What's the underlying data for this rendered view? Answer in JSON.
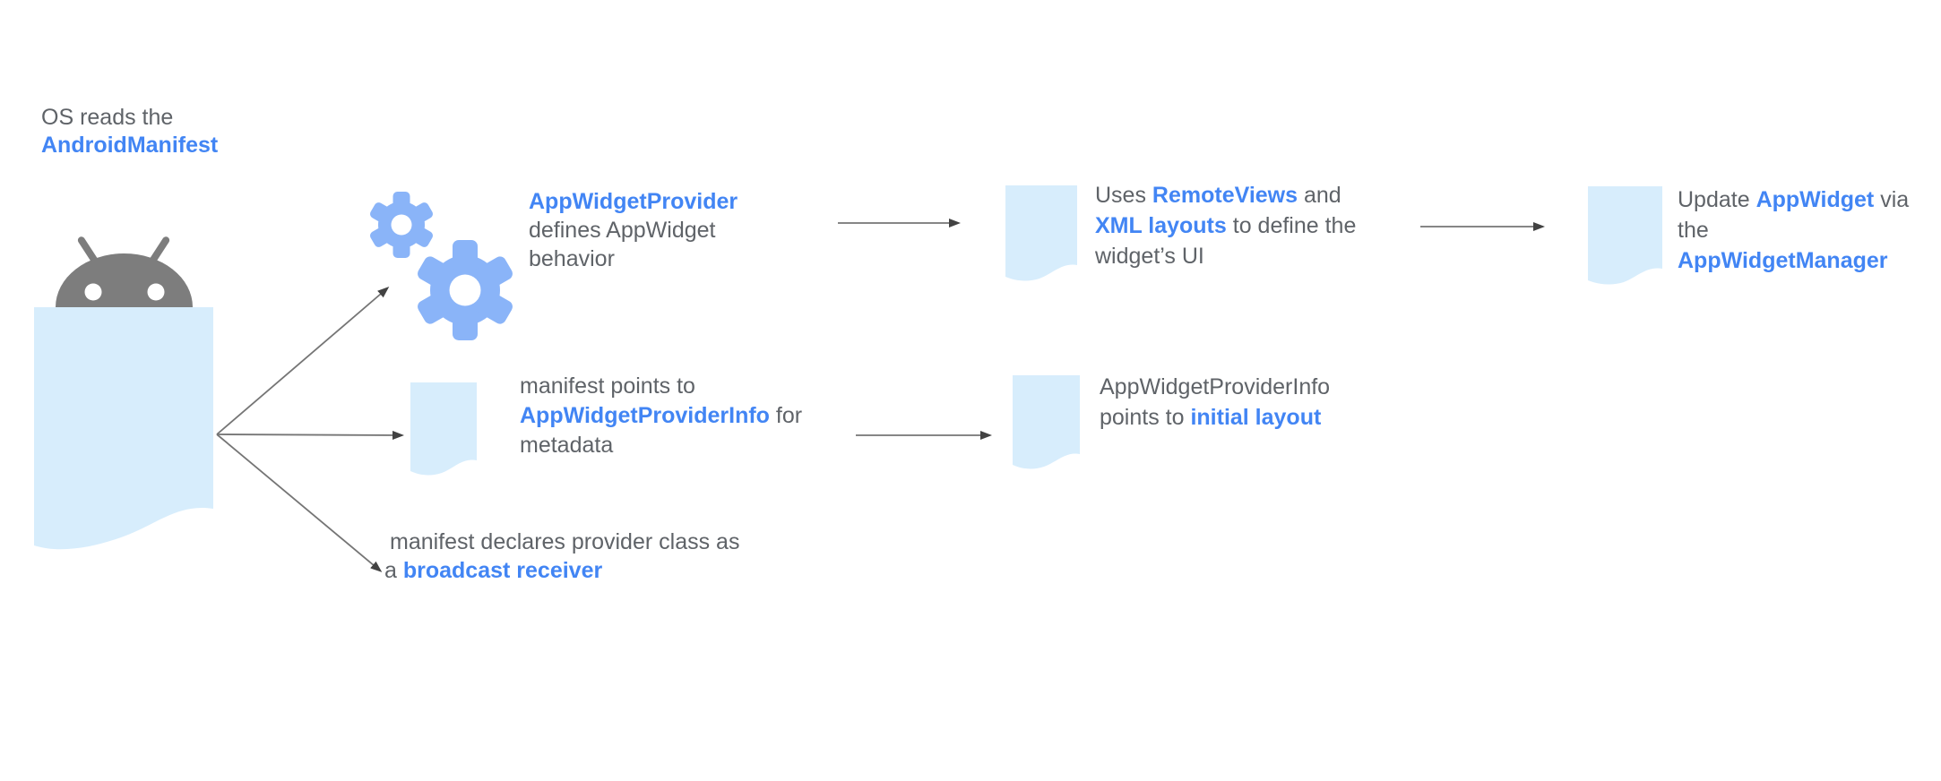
{
  "title": "AppWidget architecture flow diagram",
  "colors": {
    "accent_blue_text": "#4285f4",
    "gray_text": "#5f6368",
    "doc_fill": "#d7edfc",
    "gear_blue": "#8ab4f8",
    "robot_gray": "#7d7d7d",
    "arrow_line": "#757575",
    "arrow_head": "#424242",
    "eye_white": "#ffffff"
  },
  "icons": [
    "android-robot-icon",
    "manifest-document-icon",
    "gears-icon",
    "remoteviews-document-icon",
    "appwidgetmanager-document-icon",
    "providerinfo-document-icon",
    "initial-layout-document-icon"
  ],
  "labels": {
    "os": {
      "l1": "OS reads the",
      "l2em": "AndroidManifest"
    },
    "provider": {
      "l1em": "AppWidgetProvider",
      "l2": "defines AppWidget",
      "l3": "behavior"
    },
    "remoteviews": {
      "l1a": "Uses ",
      "l1em": "RemoteViews",
      "l1b": " and",
      "l2em": "XML layouts",
      "l2b": " to define the",
      "l3": "widget’s UI"
    },
    "update": {
      "l1a": "Update ",
      "l1em": "AppWidget",
      "l1b": " via",
      "l2": "the",
      "l3em": "AppWidgetManager"
    },
    "metadata": {
      "l1": "manifest points to",
      "l2em": "AppWidgetProviderInfo",
      "l2b": " for",
      "l3": "metadata"
    },
    "initial_layout": {
      "l1": "AppWidgetProviderInfo",
      "l2a": "points to ",
      "l2em": "initial layout"
    },
    "broadcast": {
      "l1": "manifest declares provider class as",
      "l2a": "a ",
      "l2em": "broadcast receiver"
    }
  }
}
